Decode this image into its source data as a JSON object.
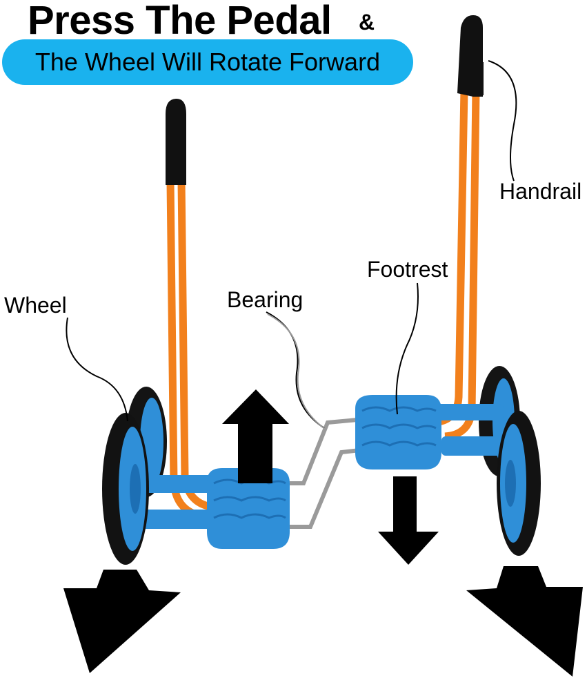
{
  "heading": {
    "line1": "Press The Pedal",
    "ampersand": "&",
    "line2": "The Wheel Will Rotate Forward"
  },
  "callouts": {
    "handrail": "Handrail",
    "footrest": "Footrest",
    "bearing": "Bearing",
    "wheel": "Wheel"
  },
  "colors": {
    "frame_orange": "#f2801c",
    "plastic_blue": "#2f8fd8",
    "tire_black": "#121212",
    "banner_blue": "#1ab2ee"
  }
}
